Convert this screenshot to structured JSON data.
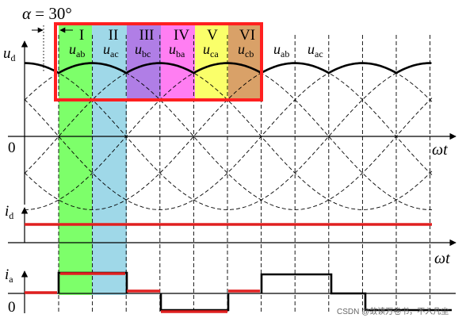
{
  "title": {
    "alpha_symbol": "α",
    "alpha_value": "= 30°"
  },
  "regions": [
    {
      "label": "I",
      "color": "#7dff6a"
    },
    {
      "label": "II",
      "color": "#9fd8e8"
    },
    {
      "label": "III",
      "color": "#b07ee6"
    },
    {
      "label": "IV",
      "color": "#ff7ef2"
    },
    {
      "label": "V",
      "color": "#faff6a"
    },
    {
      "label": "VI",
      "color": "#d9a168"
    }
  ],
  "highlight_color": "#ff2020",
  "voltage_labels": [
    {
      "main": "u",
      "sub": "ab"
    },
    {
      "main": "u",
      "sub": "ac"
    },
    {
      "main": "u",
      "sub": "bc"
    },
    {
      "main": "u",
      "sub": "ba"
    },
    {
      "main": "u",
      "sub": "ca"
    },
    {
      "main": "u",
      "sub": "cb"
    },
    {
      "main": "u",
      "sub": "ab"
    },
    {
      "main": "u",
      "sub": "ac"
    }
  ],
  "axes": {
    "ud": {
      "main": "u",
      "sub": "d"
    },
    "id": {
      "main": "i",
      "sub": "d"
    },
    "ia": {
      "main": "i",
      "sub": "a"
    },
    "zero": "0",
    "omega_t": "ωt"
  },
  "watermark": "CSDN @敛读万卷书，不入凡尘"
}
